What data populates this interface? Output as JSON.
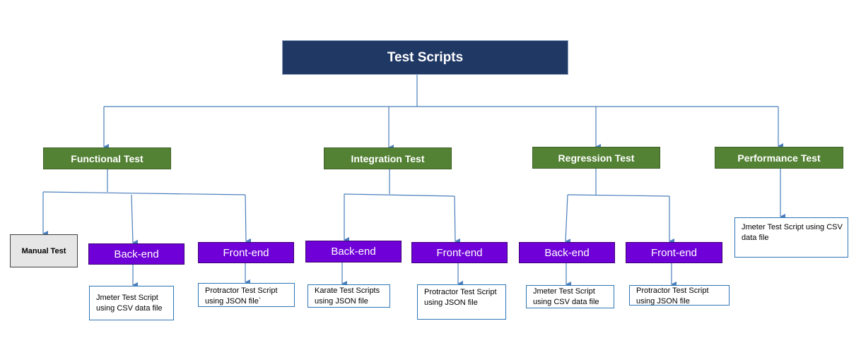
{
  "diagram": {
    "root": {
      "label": "Test Scripts"
    },
    "categories": [
      {
        "label": "Functional Test"
      },
      {
        "label": "Integration Test"
      },
      {
        "label": "Regression Test"
      },
      {
        "label": "Performance Test"
      }
    ],
    "functional": {
      "manual": "Manual Test",
      "backend": "Back-end",
      "frontend": "Front-end",
      "backend_note": "Jmeter Test Script using CSV data file",
      "frontend_note": "Protractor Test Script using JSON file`"
    },
    "integration": {
      "backend": "Back-end",
      "frontend": "Front-end",
      "backend_note": "Karate Test Scripts using JSON file",
      "frontend_note": "Protractor Test Script using JSON file"
    },
    "regression": {
      "backend": "Back-end",
      "frontend": "Front-end",
      "backend_note": "Jmeter Test Script using CSV data file",
      "frontend_note": "Protractor Test Script using JSON file"
    },
    "performance": {
      "note": "Jmeter Test Script using CSV data file"
    },
    "colors": {
      "root": "#1f3864",
      "category": "#548235",
      "end": "#7000d8",
      "manual": "#e7e6e6",
      "connector": "#4a7ebb",
      "note_border": "#2e75b6"
    }
  }
}
